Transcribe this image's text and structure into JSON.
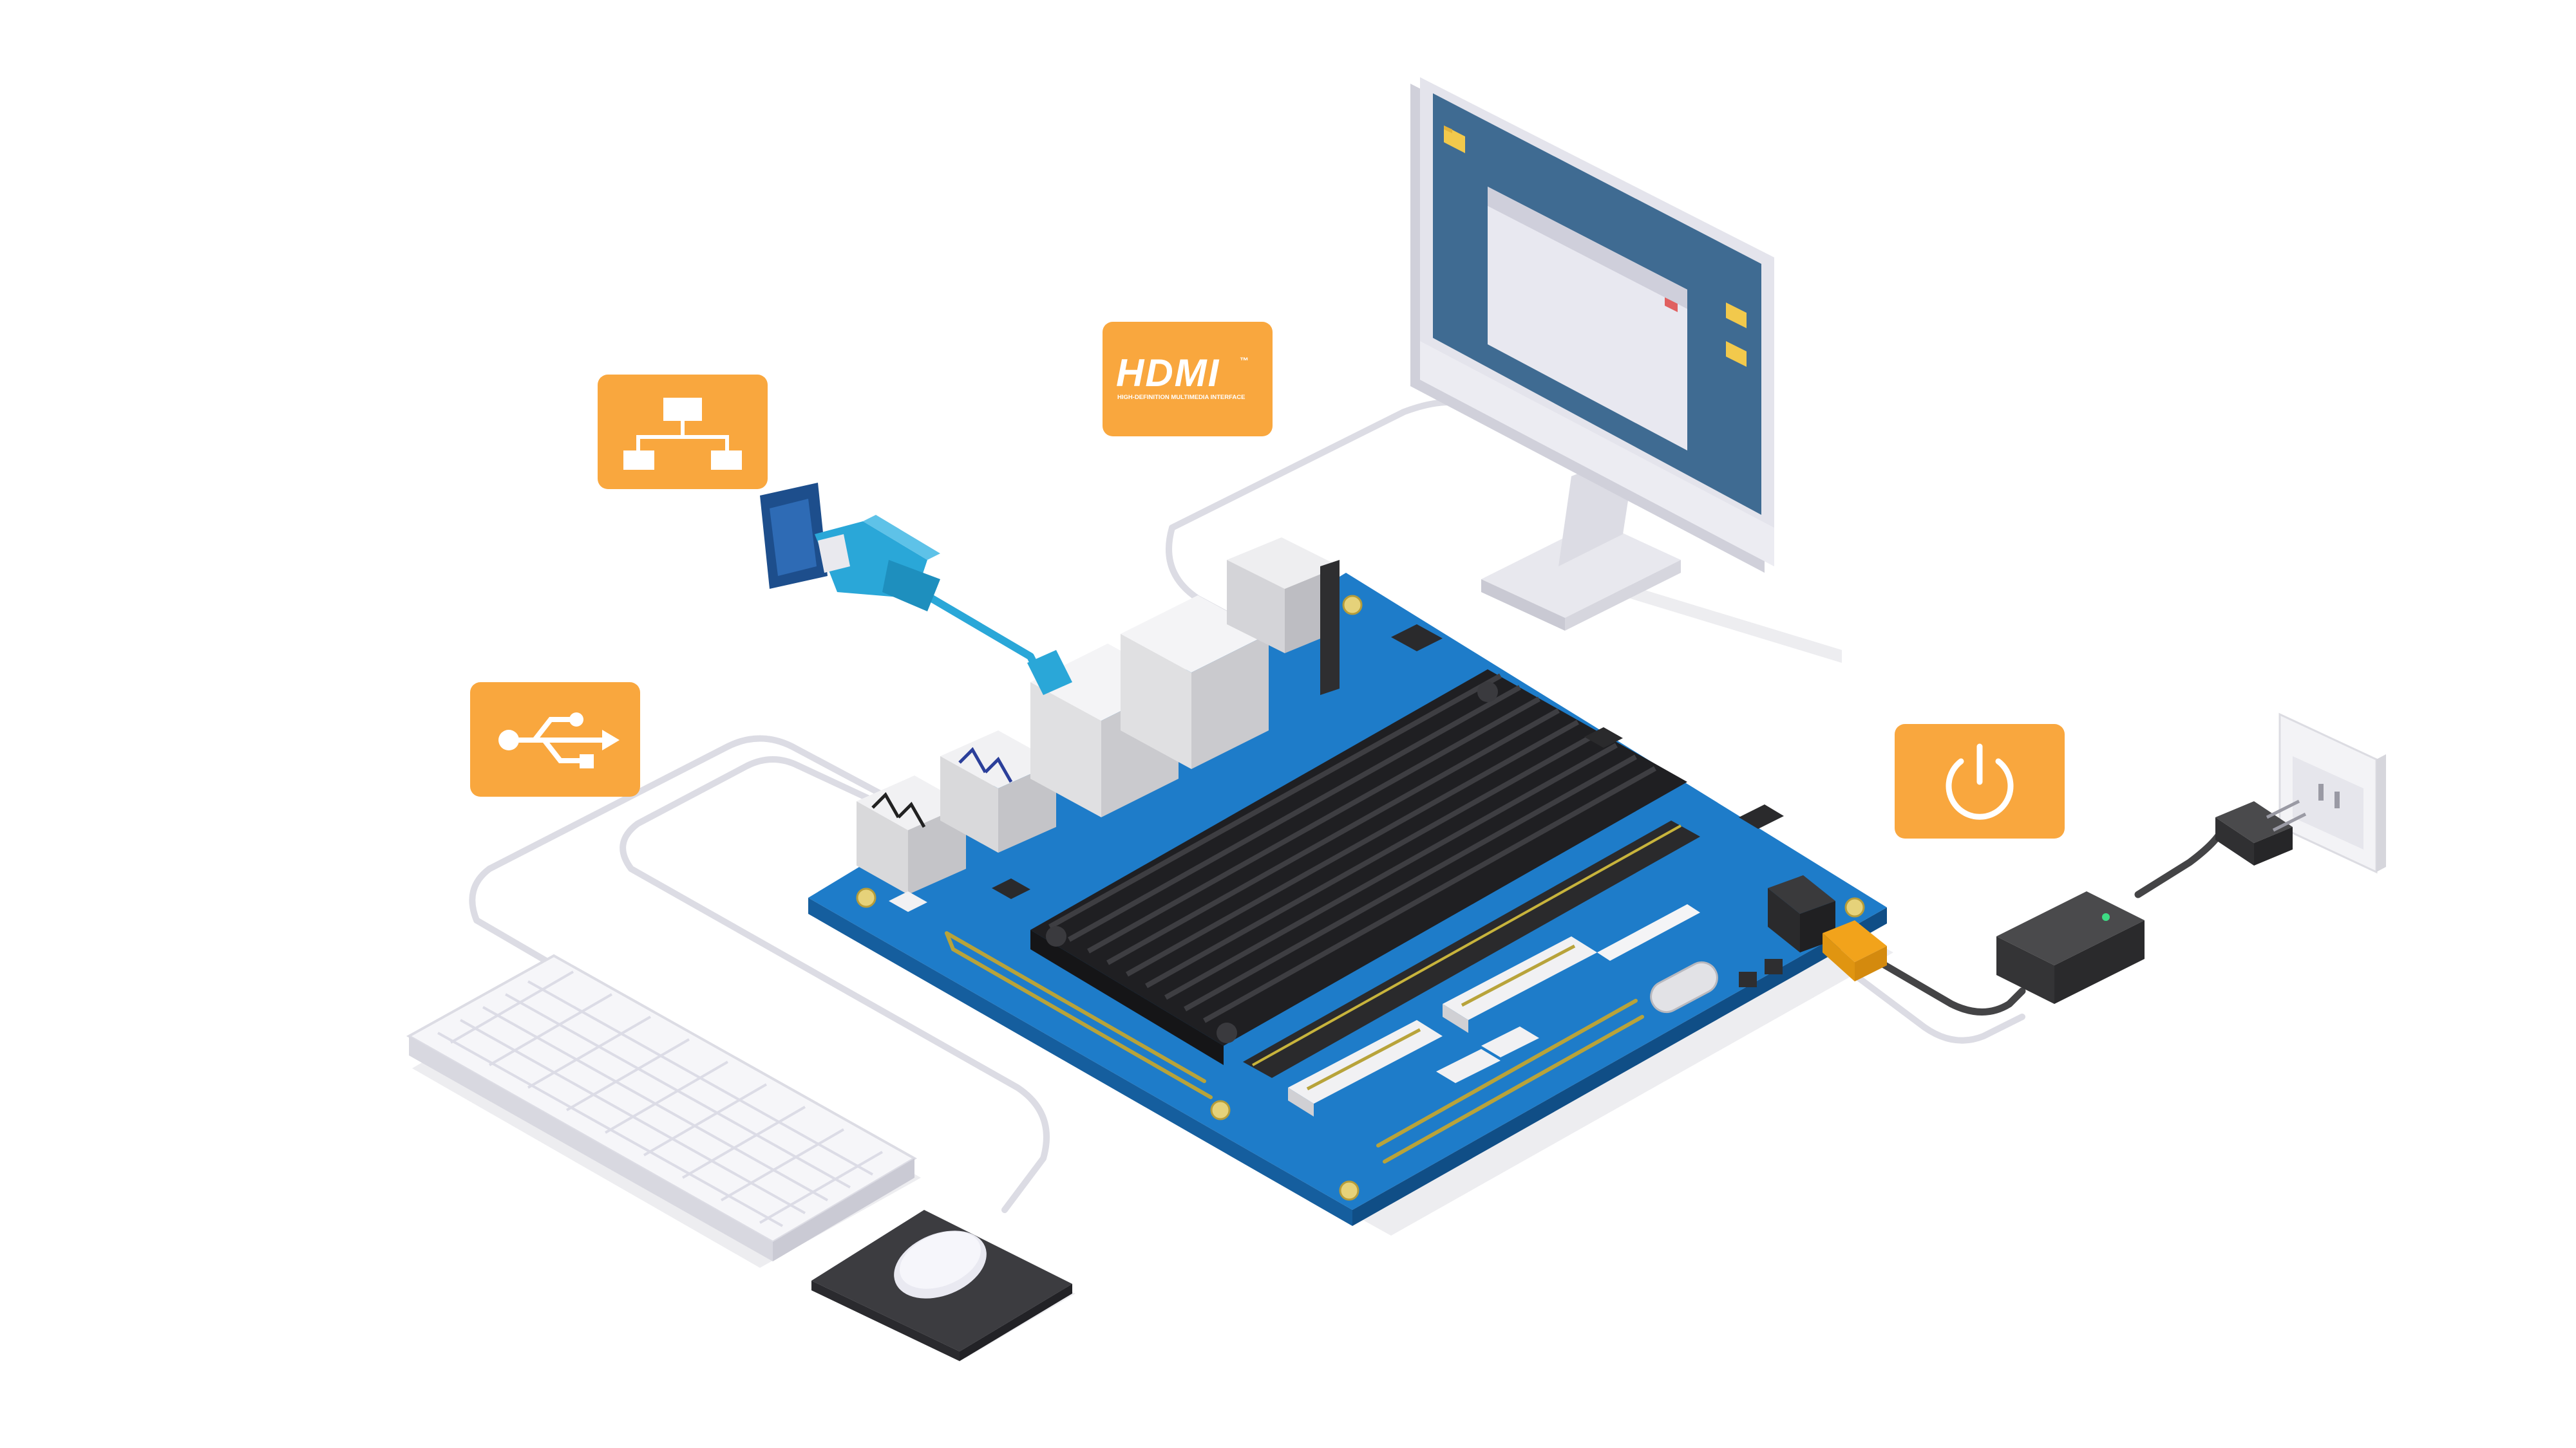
{
  "diagram": {
    "badges": {
      "ethernet": {
        "icon": "network-icon"
      },
      "hdmi": {
        "icon": "hdmi-logo-icon",
        "logo_text": "HDMI",
        "logo_subtext": "HIGH-DEFINITION MULTIMEDIA INTERFACE",
        "tm": "™"
      },
      "usb": {
        "icon": "usb-icon"
      },
      "power": {
        "icon": "power-icon"
      }
    },
    "devices": [
      "monitor",
      "single-board-computer",
      "keyboard",
      "mouse",
      "ethernet-cable",
      "power-adapter",
      "wall-outlet"
    ]
  },
  "colors": {
    "badge_orange": "#F9A73E",
    "board_blue": "#1E7CC9",
    "board_edge": "#155E9E",
    "heatsink": "#2B2B2E",
    "port_gray": "#D9D9DB",
    "cable_gray": "#D8D8E0",
    "ethernet_cyan": "#2AA7D8",
    "screen_blue": "#3F6B92",
    "monitor_frame": "#E4E4EC",
    "header_gold": "#B8A33A",
    "adapter_black": "#343436",
    "barrel_orange": "#F2A31B"
  }
}
